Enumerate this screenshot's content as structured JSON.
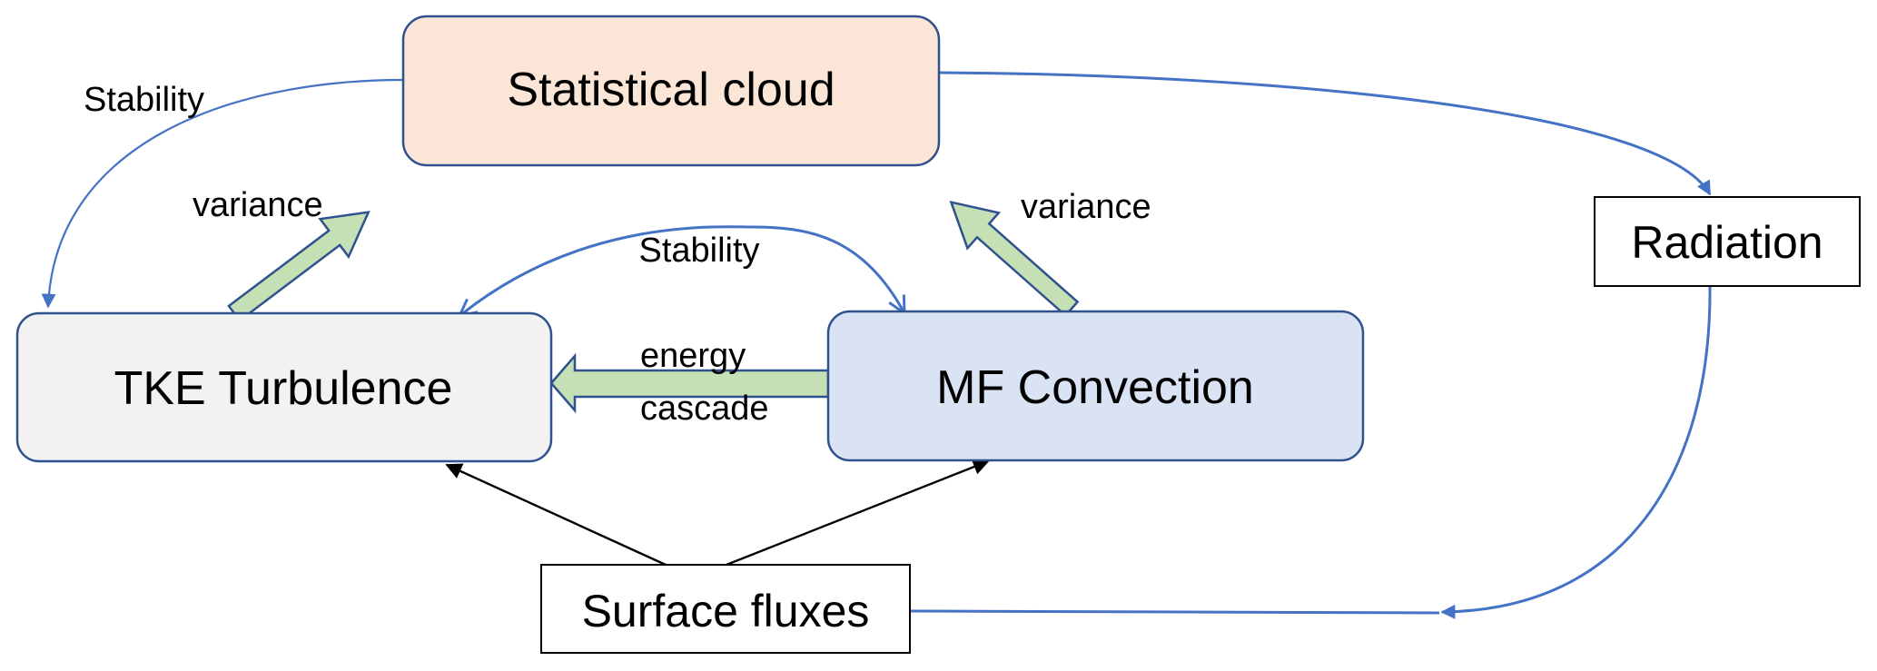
{
  "title": "Parameterization interactions diagram",
  "colors": {
    "connector_blue": "#4472C4",
    "box_border_blue": "#2F528F",
    "fat_arrow_fill": "#C5E0B4",
    "fat_arrow_border": "#2F528F",
    "cloud_fill": "#FBE5D6",
    "tke_fill": "#F2F2F2",
    "mf_fill": "#DAE3F3",
    "plain_fill": "#FFFFFF",
    "black": "#000000"
  },
  "nodes": {
    "statistical_cloud": {
      "label": "Statistical cloud"
    },
    "radiation": {
      "label": "Radiation"
    },
    "tke_turbulence": {
      "label": "TKE Turbulence"
    },
    "mf_convection": {
      "label": "MF Convection"
    },
    "surface_fluxes": {
      "label": "Surface fluxes"
    }
  },
  "edges": {
    "cloud_to_tke_stability": {
      "label": "Stability",
      "from": "Statistical cloud",
      "to": "TKE Turbulence"
    },
    "tke_to_cloud_variance": {
      "label": "variance",
      "from": "TKE Turbulence",
      "to": "Statistical cloud"
    },
    "mf_to_cloud_variance": {
      "label": "variance",
      "from": "MF Convection",
      "to": "Statistical cloud"
    },
    "tke_mf_stability": {
      "label": "Stability",
      "from": "TKE Turbulence",
      "to": "MF Convection",
      "bidirectional": true
    },
    "mf_to_tke_energy_cascade": {
      "label_line1": "energy",
      "label_line2": "cascade",
      "from": "MF Convection",
      "to": "TKE Turbulence"
    },
    "cloud_to_radiation": {
      "from": "Statistical cloud",
      "to": "Radiation"
    },
    "radiation_to_surface": {
      "from": "Radiation",
      "to": "Surface fluxes"
    },
    "surface_to_tke": {
      "from": "Surface fluxes",
      "to": "TKE Turbulence"
    },
    "surface_to_mf": {
      "from": "Surface fluxes",
      "to": "MF Convection"
    }
  }
}
